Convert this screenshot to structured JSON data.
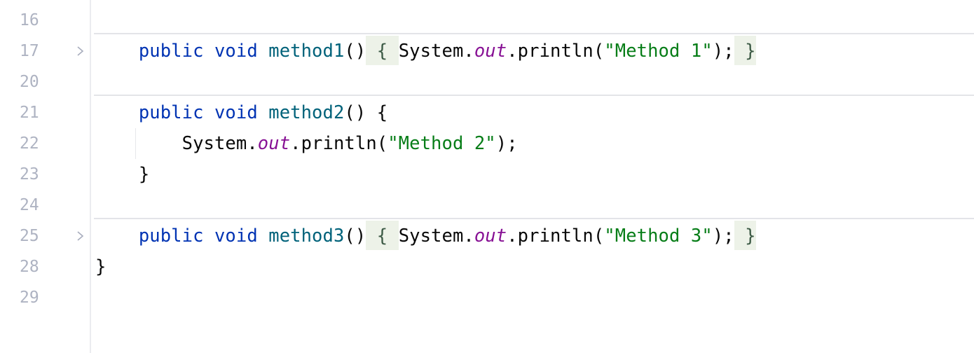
{
  "editor": {
    "theme": {
      "keyword_color": "#0033B3",
      "method_color": "#00627A",
      "field_color": "#871094",
      "string_color": "#067D17",
      "text_color": "#080808",
      "line_number_color": "#AEB3C2",
      "fold_highlight_color": "#EDF2E8",
      "separator_color": "#E3E4E8"
    },
    "lines": [
      {
        "number": "16",
        "folded": false,
        "tokens": []
      },
      {
        "number": "17",
        "folded": true,
        "fold_icon": "chevron-right-icon",
        "indent": "    ",
        "tokens": {
          "kw1": "public",
          "sp1": " ",
          "kw2": "void",
          "sp2": " ",
          "fn": "method1",
          "parens": "()",
          "open": " { ",
          "obj": "System.",
          "field": "out",
          "call": ".println(",
          "str": "\"Method 1\"",
          "end": ");",
          "close": " }"
        }
      },
      {
        "number": "20",
        "folded": false,
        "tokens": []
      },
      {
        "number": "21",
        "folded": false,
        "indent": "    ",
        "tokens": {
          "kw1": "public",
          "sp1": " ",
          "kw2": "void",
          "sp2": " ",
          "fn": "method2",
          "parens": "() {"
        }
      },
      {
        "number": "22",
        "folded": false,
        "indent": "        ",
        "tokens": {
          "obj": "System.",
          "field": "out",
          "call": ".println(",
          "str": "\"Method 2\"",
          "end": ");"
        }
      },
      {
        "number": "23",
        "folded": false,
        "indent": "    ",
        "tokens": {
          "close": "}"
        }
      },
      {
        "number": "24",
        "folded": false,
        "tokens": []
      },
      {
        "number": "25",
        "folded": true,
        "fold_icon": "chevron-right-icon",
        "indent": "    ",
        "tokens": {
          "kw1": "public",
          "sp1": " ",
          "kw2": "void",
          "sp2": " ",
          "fn": "method3",
          "parens": "()",
          "open": " { ",
          "obj": "System.",
          "field": "out",
          "call": ".println(",
          "str": "\"Method 3\"",
          "end": ");",
          "close": " }"
        }
      },
      {
        "number": "28",
        "folded": false,
        "indent": "",
        "tokens": {
          "close": "}"
        }
      },
      {
        "number": "29",
        "folded": false,
        "tokens": []
      }
    ]
  }
}
